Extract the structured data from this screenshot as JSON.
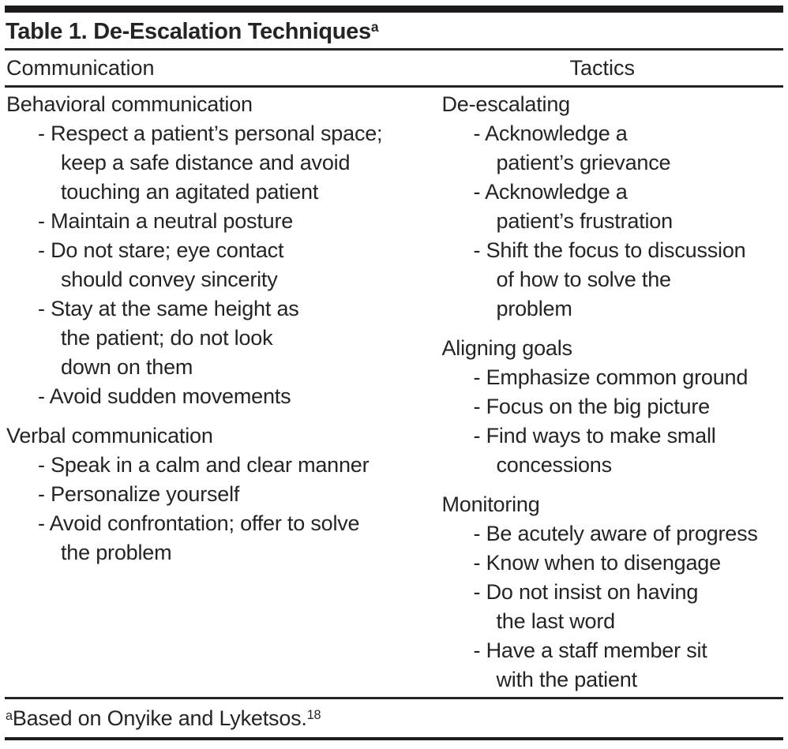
{
  "page": {
    "background_color": "#ffffff",
    "text_color": "#262324",
    "rule_color": "#252223"
  },
  "table": {
    "title": {
      "text": "Table 1. De-Escalation Techniques",
      "superscript": "a"
    },
    "columns": [
      {
        "header": "Communication",
        "groups": [
          {
            "heading": "Behavioral communication",
            "items": [
              {
                "lines": [
                  "- Respect a patient’s personal space;",
                  "keep a safe distance and avoid",
                  "touching an agitated patient"
                ]
              },
              {
                "lines": [
                  "- Maintain a neutral posture"
                ]
              },
              {
                "lines": [
                  "- Do not stare; eye contact",
                  "should convey sincerity"
                ]
              },
              {
                "lines": [
                  "- Stay at the same height as",
                  "the patient; do not look",
                  "down on them"
                ]
              },
              {
                "lines": [
                  "- Avoid sudden movements"
                ]
              }
            ]
          },
          {
            "heading": "Verbal communication",
            "items": [
              {
                "lines": [
                  "- Speak in a calm and clear manner"
                ]
              },
              {
                "lines": [
                  "- Personalize yourself"
                ]
              },
              {
                "lines": [
                  "- Avoid confrontation; offer to solve",
                  "the problem"
                ]
              }
            ]
          }
        ]
      },
      {
        "header": "Tactics",
        "groups": [
          {
            "heading": "De-escalating",
            "items": [
              {
                "lines": [
                  "- Acknowledge a",
                  "patient’s grievance"
                ]
              },
              {
                "lines": [
                  "- Acknowledge a",
                  "patient’s frustration"
                ]
              },
              {
                "lines": [
                  "- Shift the focus to discussion",
                  "of how to solve the",
                  "problem"
                ]
              }
            ]
          },
          {
            "heading": "Aligning goals",
            "items": [
              {
                "lines": [
                  "- Emphasize common ground"
                ]
              },
              {
                "lines": [
                  "- Focus on the big picture"
                ]
              },
              {
                "lines": [
                  "- Find ways to make small",
                  "concessions"
                ]
              }
            ]
          },
          {
            "heading": "Monitoring",
            "items": [
              {
                "lines": [
                  "- Be acutely aware of progress"
                ]
              },
              {
                "lines": [
                  "- Know when to disengage"
                ]
              },
              {
                "lines": [
                  "- Do not insist on having",
                  "the last word"
                ]
              },
              {
                "lines": [
                  "- Have a staff member sit",
                  "with the patient"
                ]
              }
            ]
          }
        ]
      }
    ],
    "footnote": {
      "marker": "a",
      "text": "Based on Onyike and Lyketsos.",
      "reference": "18"
    }
  }
}
